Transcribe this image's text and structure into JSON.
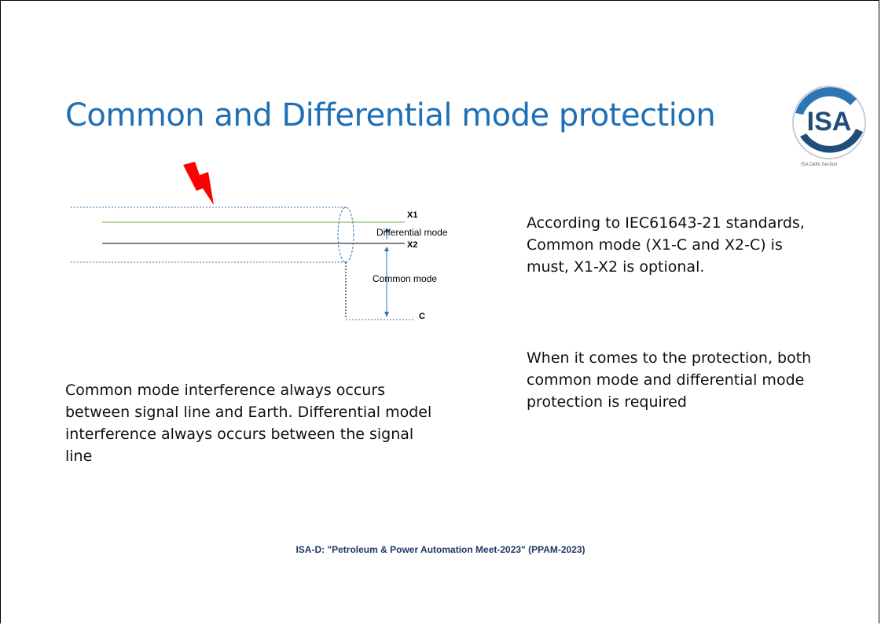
{
  "slide": {
    "title": "Common and Differential mode protection",
    "logo": {
      "text": "ISA",
      "caption": "ISA Delhi Section",
      "icon": "isa-logo"
    },
    "diagram": {
      "label_x1": "X1",
      "label_x2": "X2",
      "label_c": "C",
      "label_differential": "Differential mode",
      "label_common": "Common mode",
      "lightning_color": "#FF0000",
      "line_color_x1": "#70AD47",
      "line_color_dashed": "#2E75B6"
    },
    "left_text": "Common mode interference always occurs between signal line and Earth. Differential model interference always occurs between the signal line",
    "right_text_1": "According to IEC61643-21 standards, Common mode (X1-C and X2-C) is must, X1-X2 is optional.",
    "right_text_2": "When it comes to the protection, both common mode and differential mode protection is required",
    "footer": "ISA-D: \"Petroleum & Power Automation Meet-2023\" (PPAM-2023)",
    "colors": {
      "title": "#1F6FB5",
      "footer": "#1F3864"
    }
  }
}
